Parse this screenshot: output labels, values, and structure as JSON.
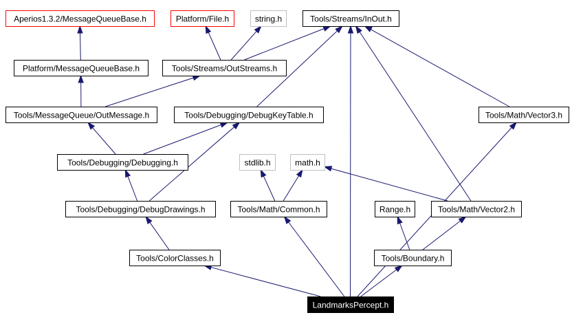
{
  "graph": {
    "title": "LandmarksPercept.h include dependency graph",
    "colors": {
      "edge": "#191970",
      "missing": "#ff0000",
      "system": "#bfbfbf",
      "root_fill": "#000000"
    },
    "nodes": [
      {
        "id": "aperios_mqb",
        "label": "Aperios1.3.2/MessageQueueBase.h",
        "style": "red"
      },
      {
        "id": "platform_file",
        "label": "Platform/File.h",
        "style": "red"
      },
      {
        "id": "string_h",
        "label": "string.h",
        "style": "gray"
      },
      {
        "id": "inout",
        "label": "Tools/Streams/InOut.h",
        "style": "normal"
      },
      {
        "id": "platform_mqb",
        "label": "Platform/MessageQueueBase.h",
        "style": "normal"
      },
      {
        "id": "outstreams",
        "label": "Tools/Streams/OutStreams.h",
        "style": "normal"
      },
      {
        "id": "outmessage",
        "label": "Tools/MessageQueue/OutMessage.h",
        "style": "normal"
      },
      {
        "id": "debugkeytable",
        "label": "Tools/Debugging/DebugKeyTable.h",
        "style": "normal"
      },
      {
        "id": "vector3",
        "label": "Tools/Math/Vector3.h",
        "style": "normal"
      },
      {
        "id": "debugging",
        "label": "Tools/Debugging/Debugging.h",
        "style": "normal"
      },
      {
        "id": "stdlib_h",
        "label": "stdlib.h",
        "style": "gray"
      },
      {
        "id": "math_h",
        "label": "math.h",
        "style": "gray"
      },
      {
        "id": "debugdrawings",
        "label": "Tools/Debugging/DebugDrawings.h",
        "style": "normal"
      },
      {
        "id": "common",
        "label": "Tools/Math/Common.h",
        "style": "normal"
      },
      {
        "id": "range",
        "label": "Range.h",
        "style": "normal"
      },
      {
        "id": "vector2",
        "label": "Tools/Math/Vector2.h",
        "style": "normal"
      },
      {
        "id": "colorclasses",
        "label": "Tools/ColorClasses.h",
        "style": "normal"
      },
      {
        "id": "boundary",
        "label": "Tools/Boundary.h",
        "style": "normal"
      },
      {
        "id": "landmarks",
        "label": "LandmarksPercept.h",
        "style": "filled"
      }
    ],
    "edges": [
      {
        "from": "landmarks",
        "to": "colorclasses"
      },
      {
        "from": "landmarks",
        "to": "common"
      },
      {
        "from": "landmarks",
        "to": "inout"
      },
      {
        "from": "landmarks",
        "to": "boundary"
      },
      {
        "from": "landmarks",
        "to": "vector3"
      },
      {
        "from": "colorclasses",
        "to": "debugdrawings"
      },
      {
        "from": "debugdrawings",
        "to": "debugging"
      },
      {
        "from": "debugdrawings",
        "to": "debugkeytable"
      },
      {
        "from": "debugging",
        "to": "outmessage"
      },
      {
        "from": "debugging",
        "to": "debugkeytable"
      },
      {
        "from": "outmessage",
        "to": "platform_mqb"
      },
      {
        "from": "outmessage",
        "to": "outstreams"
      },
      {
        "from": "platform_mqb",
        "to": "aperios_mqb"
      },
      {
        "from": "outstreams",
        "to": "platform_file"
      },
      {
        "from": "outstreams",
        "to": "string_h"
      },
      {
        "from": "outstreams",
        "to": "inout"
      },
      {
        "from": "debugkeytable",
        "to": "inout"
      },
      {
        "from": "common",
        "to": "stdlib_h"
      },
      {
        "from": "common",
        "to": "math_h"
      },
      {
        "from": "vector2",
        "to": "math_h"
      },
      {
        "from": "vector2",
        "to": "inout"
      },
      {
        "from": "boundary",
        "to": "range"
      },
      {
        "from": "boundary",
        "to": "vector2"
      },
      {
        "from": "vector3",
        "to": "inout"
      }
    ]
  }
}
